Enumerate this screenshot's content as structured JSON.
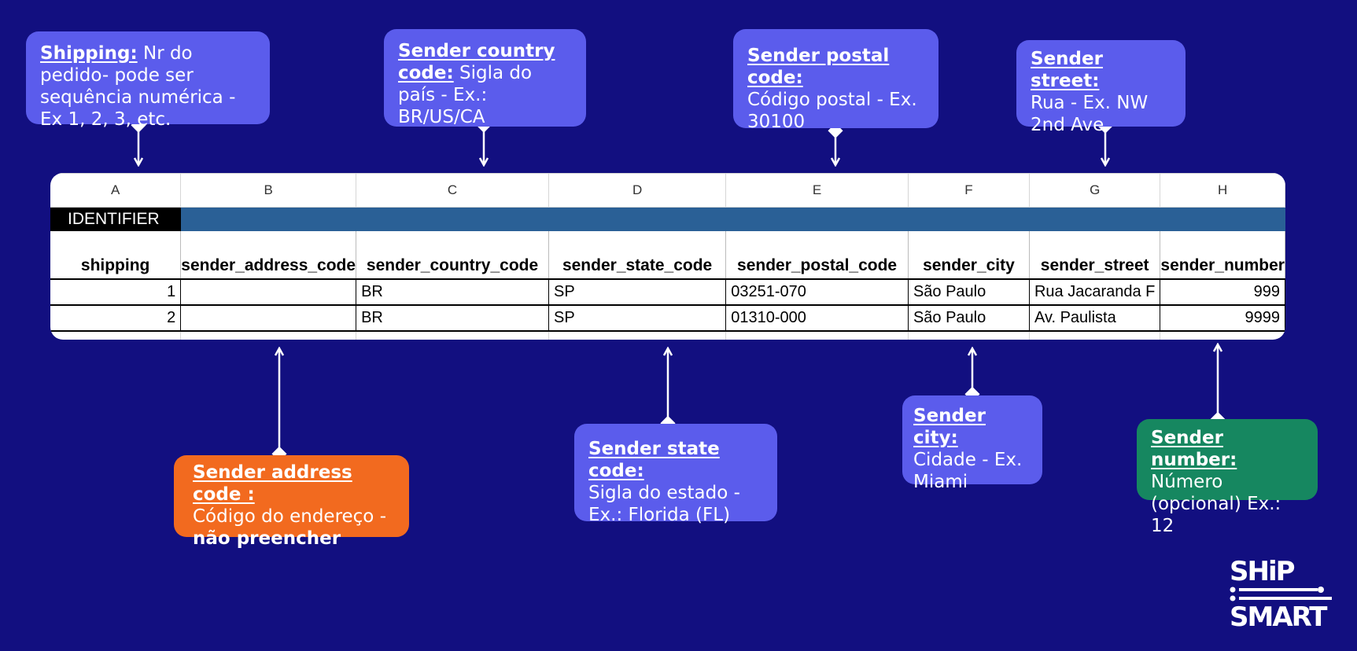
{
  "callouts": {
    "shipping": {
      "title": "Shipping:",
      "text": " Nr do pedido- pode ser sequência numérica - Ex 1, 2, 3, etc."
    },
    "country": {
      "title": "Sender country code:",
      "text": " Sigla do país - Ex.: BR/US/CA"
    },
    "postal": {
      "title": "Sender postal code:",
      "text": "Código postal - Ex. 30100"
    },
    "street": {
      "title": "Sender street:",
      "text": "Rua - Ex. NW 2nd Ave"
    },
    "address": {
      "title": "Sender address code :",
      "text": "Código do endereço - ",
      "strong": "não preencher"
    },
    "state": {
      "title": "Sender state code:",
      "text": "Sigla do estado - Ex.: Florida (FL)"
    },
    "city": {
      "title": "Sender city:",
      "text": "Cidade - Ex. Miami"
    },
    "number": {
      "title": "Sender number:",
      "text": "Número (opcional) Ex.: 12"
    }
  },
  "sheet": {
    "column_letters": [
      "A",
      "B",
      "C",
      "D",
      "E",
      "F",
      "G",
      "H"
    ],
    "group_label": "IDENTIFIER",
    "headers": [
      "shipping",
      "sender_address_code",
      "sender_country_code",
      "sender_state_code",
      "sender_postal_code",
      "sender_city",
      "sender_street",
      "sender_number"
    ],
    "rows": [
      [
        "1",
        "",
        "BR",
        "SP",
        "03251-070",
        "São Paulo",
        "Rua Jacaranda F",
        "999"
      ],
      [
        "2",
        "",
        "BR",
        "SP",
        "01310-000",
        "São Paulo",
        "Av. Paulista",
        "9999"
      ]
    ]
  },
  "logo": {
    "line1": "SHiP",
    "line2": "SMART"
  },
  "colors": {
    "background": "#120f80",
    "callout_blue": "#5b5cec",
    "callout_orange": "#f26a1f",
    "callout_green": "#168760",
    "header_band": "#2a6096"
  }
}
